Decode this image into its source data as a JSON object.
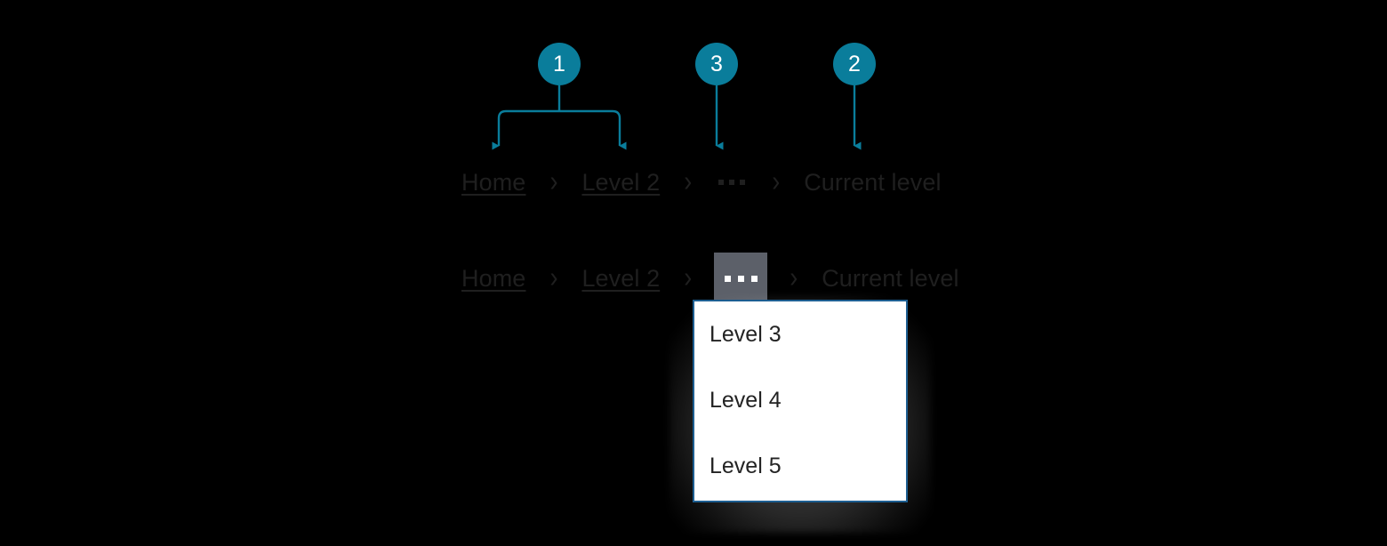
{
  "theme": {
    "background": "#000000",
    "callout_color": "#0a7d9b",
    "connector_color": "#0a7d9b",
    "crumb_text": "#1f1f1f",
    "ellipsis_button_bg": "#5c6069",
    "dropdown_border": "#1d5e91",
    "dropdown_bg": "#ffffff",
    "dropdown_text": "#232323"
  },
  "callouts": [
    {
      "number": "1",
      "name": "callout-1-breadcrumb-links"
    },
    {
      "number": "3",
      "name": "callout-3-overflow-ellipsis"
    },
    {
      "number": "2",
      "name": "callout-2-current-level"
    }
  ],
  "breadcrumb_default": {
    "items": [
      {
        "label": "Home",
        "type": "link"
      },
      {
        "label": "Level 2",
        "type": "link"
      },
      {
        "label": "...",
        "type": "overflow"
      },
      {
        "label": "Current level",
        "type": "current"
      }
    ],
    "separator": "›"
  },
  "breadcrumb_open": {
    "items": [
      {
        "label": "Home",
        "type": "link"
      },
      {
        "label": "Level 2",
        "type": "link"
      },
      {
        "label": "...",
        "type": "overflow"
      },
      {
        "label": "Current level",
        "type": "current"
      }
    ],
    "separator": "›"
  },
  "dropdown": {
    "name": "overflow-menu",
    "items": [
      {
        "label": "Level 3"
      },
      {
        "label": "Level 4"
      },
      {
        "label": "Level 5"
      }
    ]
  }
}
